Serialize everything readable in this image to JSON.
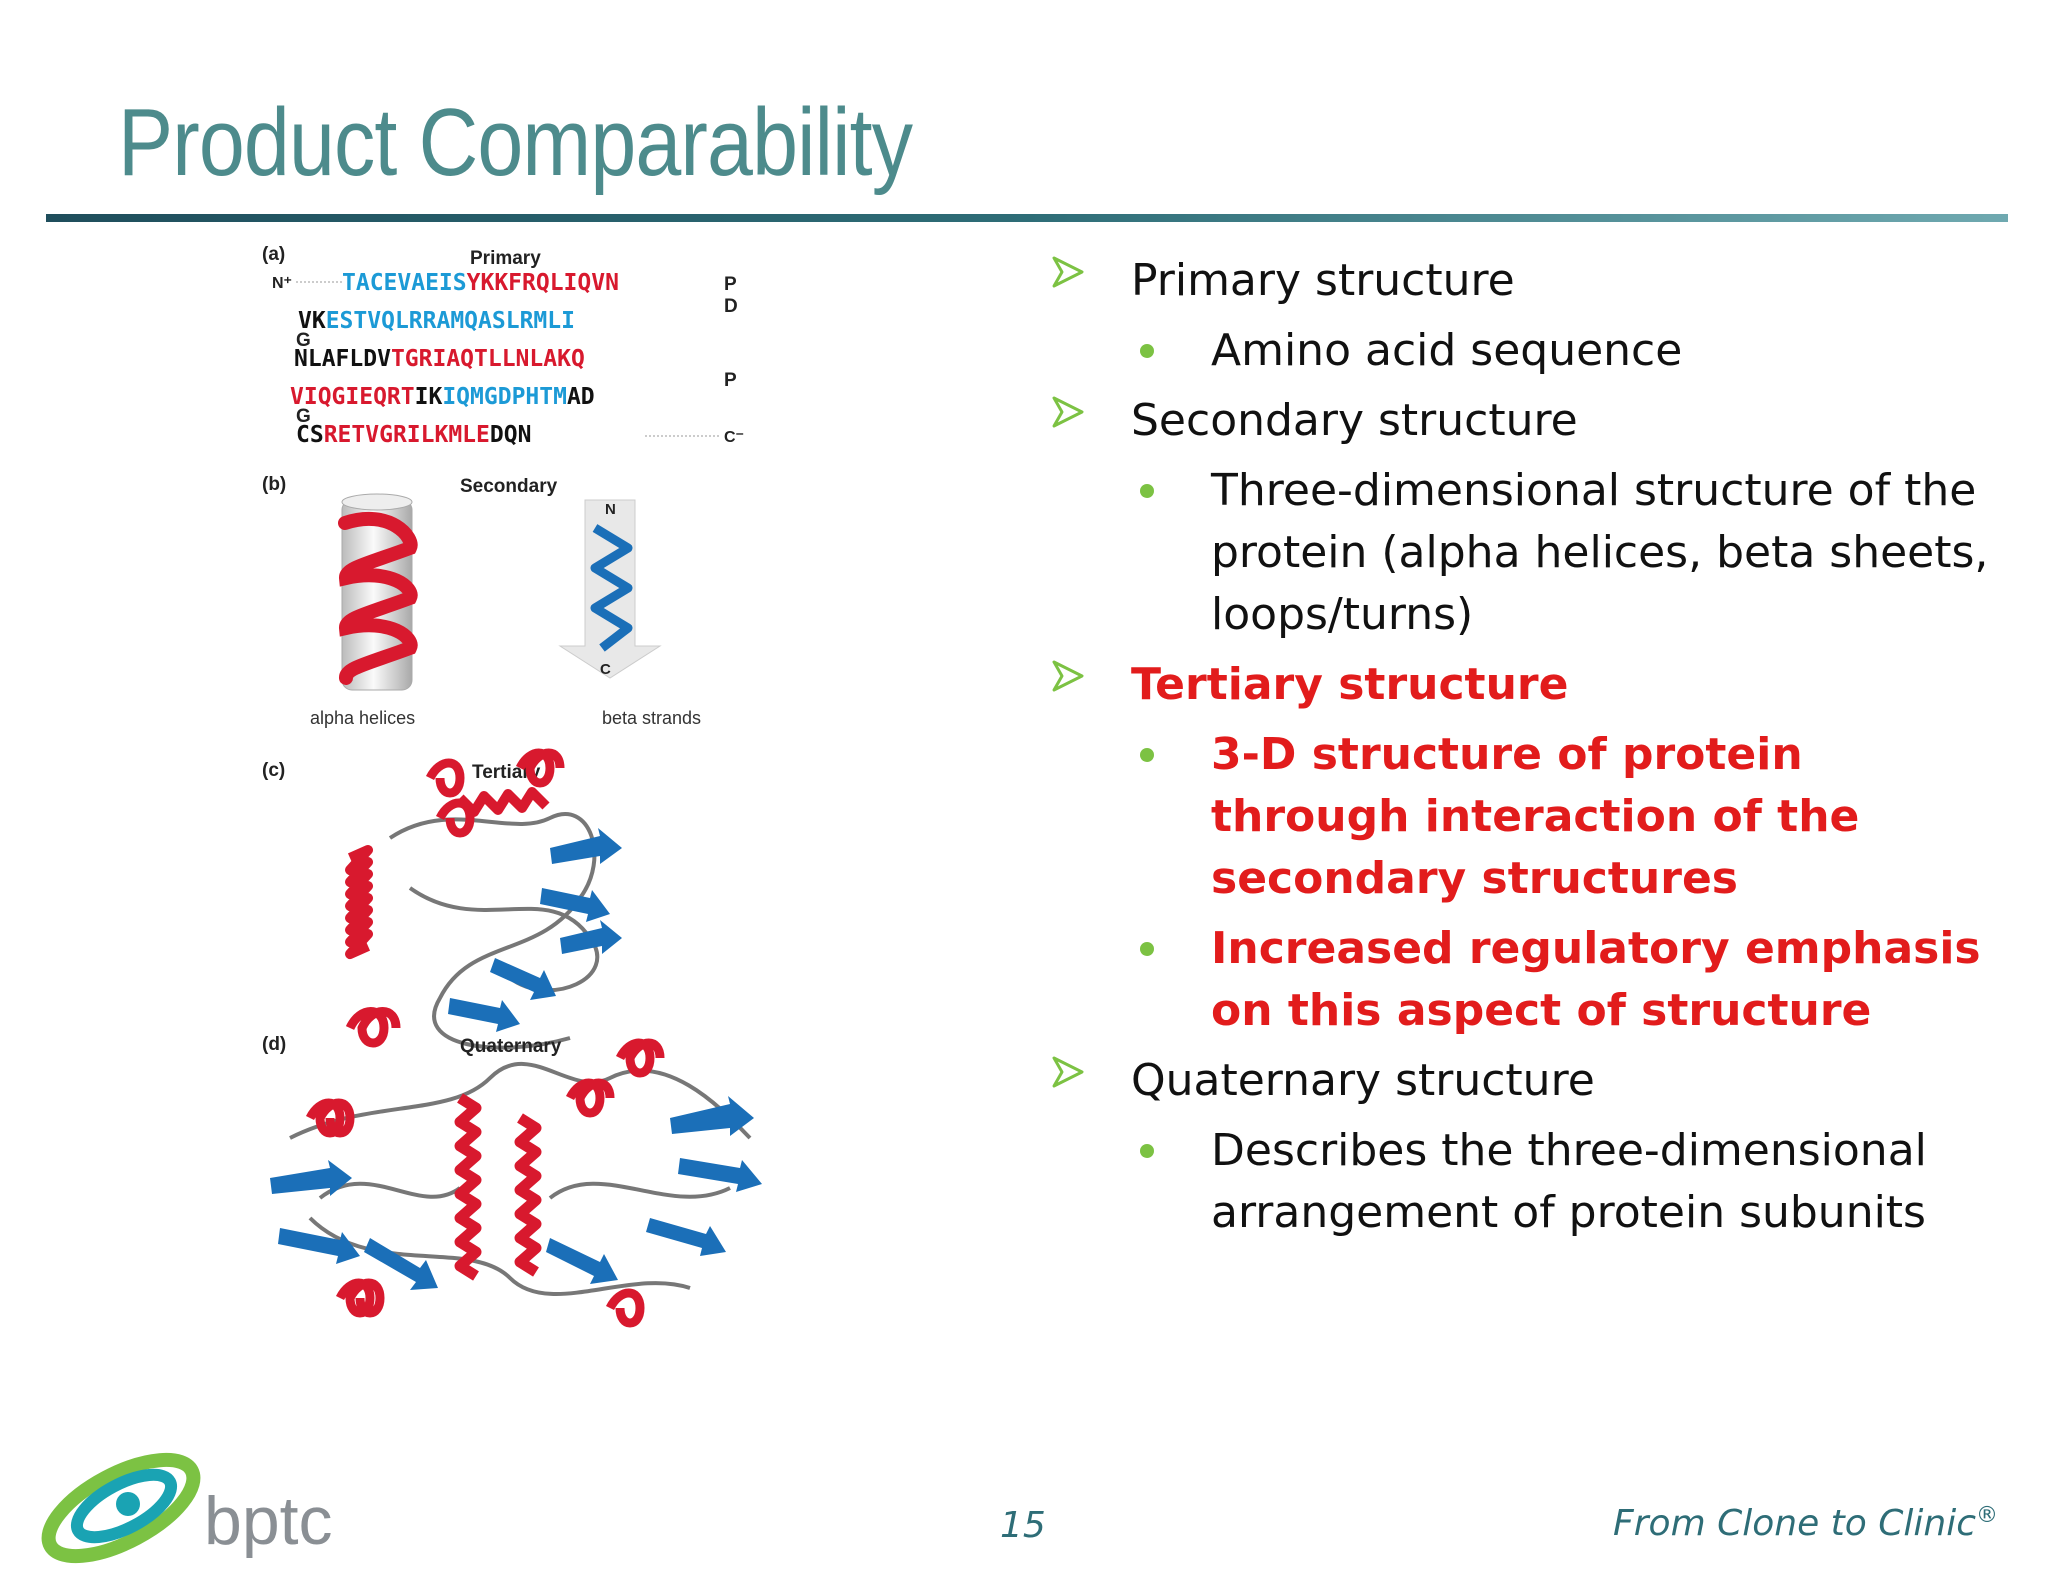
{
  "slide": {
    "title": "Product Comparability",
    "page_number": "15",
    "tagline": "From Clone to Clinic",
    "tagline_mark": "®",
    "logo_text": "bptc"
  },
  "figure": {
    "panel_a_label": "(a)",
    "panel_a_title": "Primary",
    "panel_b_label": "(b)",
    "panel_b_title": "Secondary",
    "panel_c_label": "(c)",
    "panel_c_title": "Tertiary",
    "panel_d_label": "(d)",
    "panel_d_title": "Quaternary",
    "alpha_caption": "alpha helices",
    "beta_caption": "beta strands",
    "n_term": "N",
    "c_term": "C",
    "n_plus": "N⁺",
    "c_minus": "C⁻",
    "seq_line1_blue": "TACEVAEIS",
    "seq_line1_red": "YKKFRQLIQVN",
    "seq_line1_end": "P",
    "seq_line1_end2": "D",
    "seq_line2_black": "VK",
    "seq_line2_blue": "ESTVQLRRAMQASLRMLI",
    "seq_line2_start": "G",
    "seq_line3_black": "NLAFLDV",
    "seq_line3_red": "TGRIAQTLLNLAKQ",
    "seq_line3_end": "P",
    "seq_line4_red": "VIQGIEQRT",
    "seq_line4_black": "IK",
    "seq_line4_blue": "IQMGDPHTM",
    "seq_line4_black2": "AD",
    "seq_line4_start": "G",
    "seq_line5_black": "CS",
    "seq_line5_red": "RETVGRILKMLE",
    "seq_line5_black2": "DQN"
  },
  "bullets": [
    {
      "level": 1,
      "text": "Primary structure",
      "emphasis": false
    },
    {
      "level": 2,
      "text": "Amino acid sequence",
      "emphasis": false
    },
    {
      "level": 1,
      "text": "Secondary structure",
      "emphasis": false
    },
    {
      "level": 2,
      "text": "Three-dimensional structure of the protein (alpha helices, beta sheets, loops/turns)",
      "emphasis": false
    },
    {
      "level": 1,
      "text": "Tertiary structure",
      "emphasis": true
    },
    {
      "level": 2,
      "text": "3-D structure of protein through interaction of the secondary structures",
      "emphasis": true
    },
    {
      "level": 2,
      "text": "Increased regulatory emphasis on this aspect of structure",
      "emphasis": true
    },
    {
      "level": 1,
      "text": "Quaternary structure",
      "emphasis": false
    },
    {
      "level": 2,
      "text": "Describes the three-dimensional arrangement of protein subunits",
      "emphasis": false
    }
  ],
  "colors": {
    "title": "#4d8b8c",
    "emphasis": "#e21c1c",
    "bullet_dot": "#7cc243",
    "arrow": "#7cc243",
    "helix_red": "#d8192e",
    "strand_blue": "#1b6fb8"
  },
  "icons": {
    "level1_marker": "arrowhead-icon",
    "level2_marker": "dot-icon"
  }
}
